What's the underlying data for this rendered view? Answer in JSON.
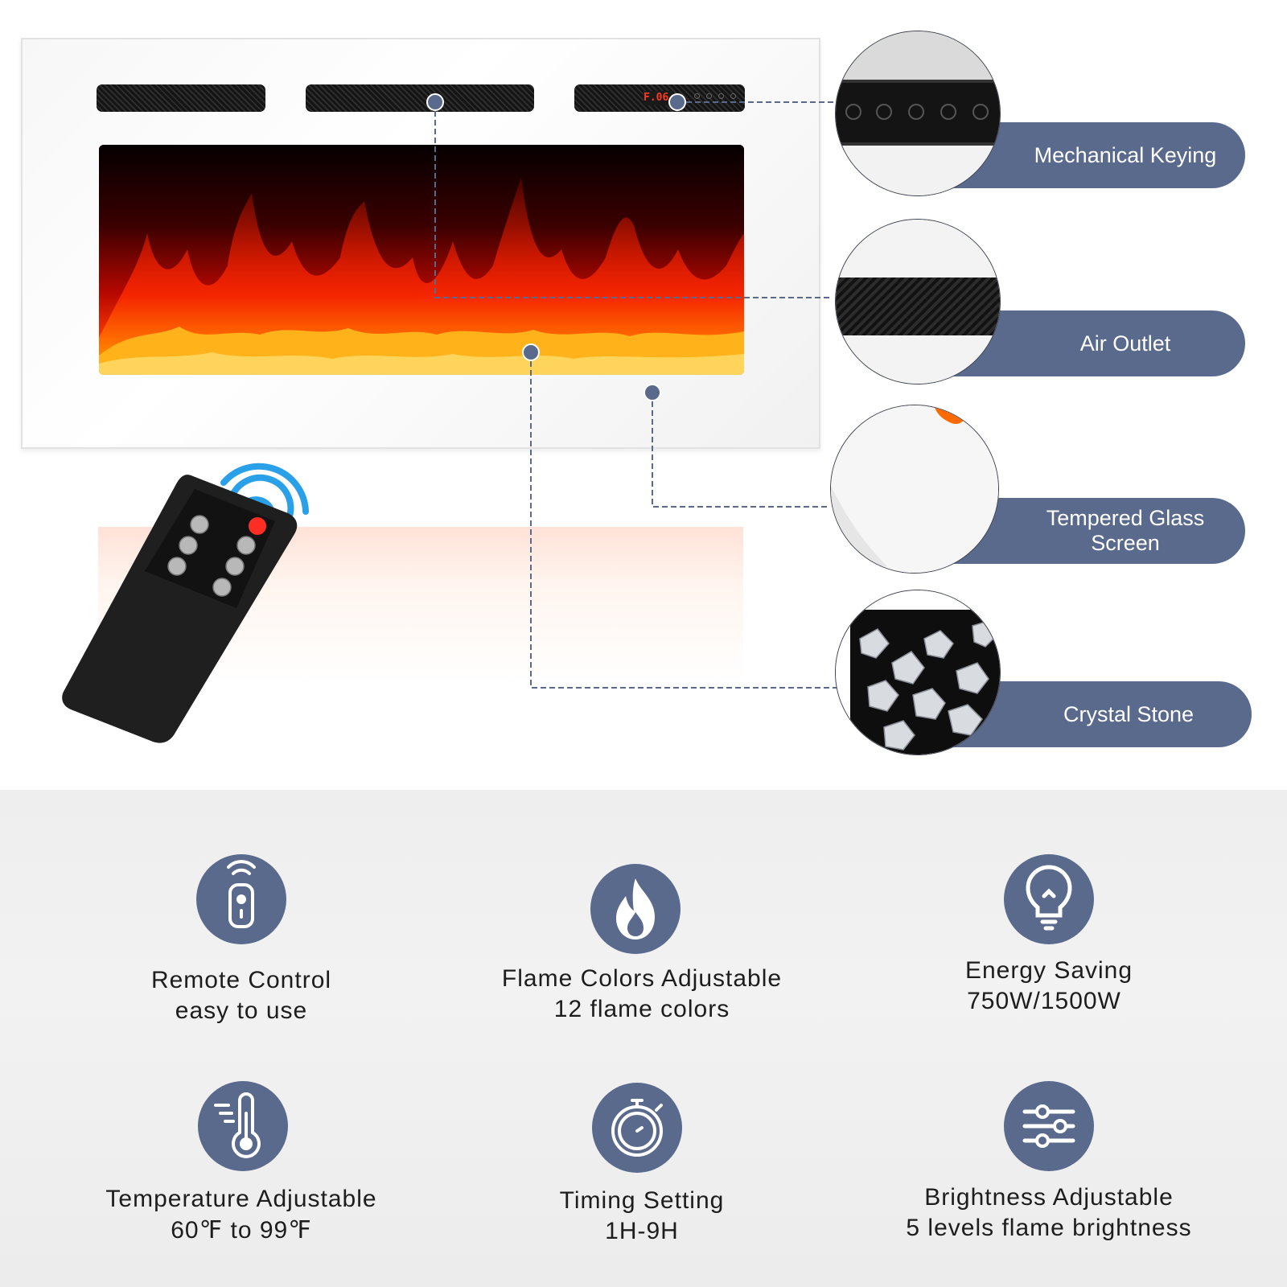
{
  "colors": {
    "accent": "#5a6a8d",
    "display_red": "#ff3a1e",
    "remote_button_red": "#ff2e24"
  },
  "fireplace": {
    "display_text": "F.06"
  },
  "callouts": [
    {
      "label": "Mechanical Keying"
    },
    {
      "label": "Air Outlet"
    },
    {
      "label_line1": "Tempered Glass",
      "label_line2": "Screen"
    },
    {
      "label": "Crystal Stone"
    }
  ],
  "features": [
    {
      "icon": "remote-control-icon",
      "line1": "Remote Control",
      "line2": "easy to use"
    },
    {
      "icon": "flame-icon",
      "line1": "Flame Colors Adjustable",
      "line2": "12 flame colors"
    },
    {
      "icon": "light-bulb-icon",
      "line1": "Energy Saving",
      "line2": "750W/1500W"
    },
    {
      "icon": "thermometer-icon",
      "line1": "Temperature Adjustable",
      "line2": "60℉ to 99℉"
    },
    {
      "icon": "stopwatch-icon",
      "line1": "Timing Setting",
      "line2": "1H-9H"
    },
    {
      "icon": "sliders-icon",
      "line1": "Brightness Adjustable",
      "line2": "5 levels flame brightness"
    }
  ]
}
